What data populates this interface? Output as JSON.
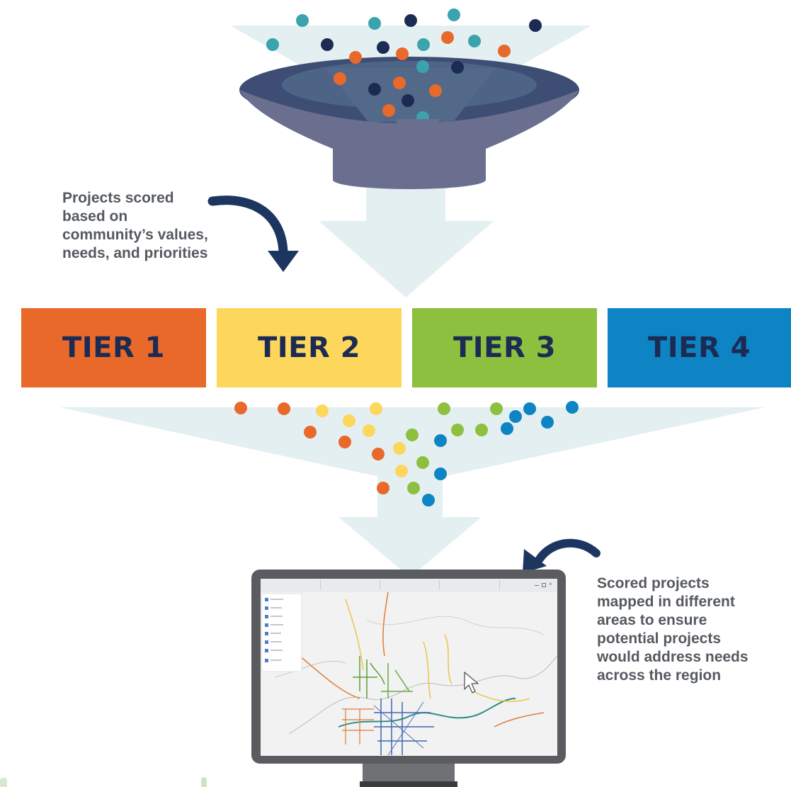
{
  "captions": {
    "scoring": [
      "Projects scored",
      "based on",
      "community’s values,",
      "needs, and priorities"
    ],
    "mapping": [
      "Scored projects",
      "mapped in different",
      "areas to ensure",
      "potential projects",
      "would address needs",
      "across the region"
    ]
  },
  "tiers": [
    {
      "label": "TIER 1",
      "color": "#e8692a"
    },
    {
      "label": "TIER 2",
      "color": "#fdd75c"
    },
    {
      "label": "TIER 3",
      "color": "#8dc03f"
    },
    {
      "label": "TIER 4",
      "color": "#0e84c4"
    }
  ],
  "colors": {
    "funnel_body": "#6a6f8f",
    "funnel_rim": "#3e4d73",
    "flow_background": "#e4eff2",
    "arrow": "#1c3660",
    "dot_teal": "#3aa3ad",
    "dot_navy": "#1c2b53",
    "dot_orange": "#e8692a",
    "monitor_frame": "#5a5c5f"
  },
  "icons": [
    "curved-arrow-down-icon",
    "curved-arrow-left-icon",
    "cursor-arrow-icon",
    "window-minimize-icon",
    "window-maximize-icon",
    "window-close-icon"
  ]
}
